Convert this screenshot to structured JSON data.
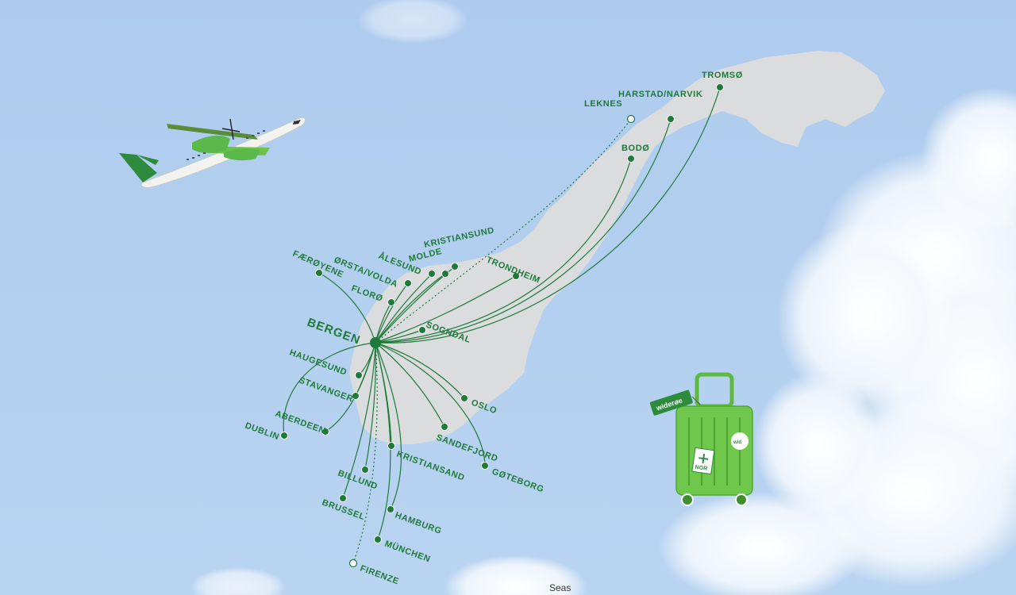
{
  "hub": {
    "name": "BERGEN"
  },
  "airline": {
    "brand_text": "widerøe",
    "primary_color": "#1f7a3a",
    "accent_color": "#6cc24a",
    "sky_color": "#b5d1f0"
  },
  "luggage": {
    "tag_text": "widerøe",
    "sticker_text": "NOR",
    "sticker2_text": "wid"
  },
  "footer_text": "Seas",
  "destinations": [
    {
      "name": "TROMSØ",
      "type": "solid"
    },
    {
      "name": "HARSTAD/NARVIK",
      "type": "solid"
    },
    {
      "name": "LEKNES",
      "type": "dotted"
    },
    {
      "name": "BODØ",
      "type": "solid"
    },
    {
      "name": "TRONDHEIM",
      "type": "solid"
    },
    {
      "name": "KRISTIANSUND",
      "type": "solid"
    },
    {
      "name": "MOLDE",
      "type": "solid"
    },
    {
      "name": "ÅLESUND",
      "type": "solid"
    },
    {
      "name": "ØRSTA/VOLDA",
      "type": "solid"
    },
    {
      "name": "FÆRØYENE",
      "type": "solid"
    },
    {
      "name": "FLORØ",
      "type": "solid"
    },
    {
      "name": "SOGNDAL",
      "type": "solid"
    },
    {
      "name": "HAUGESUND",
      "type": "solid"
    },
    {
      "name": "STAVANGER",
      "type": "solid"
    },
    {
      "name": "ABERDEEN",
      "type": "solid"
    },
    {
      "name": "DUBLIN",
      "type": "solid"
    },
    {
      "name": "OSLO",
      "type": "solid"
    },
    {
      "name": "SANDEFJORD",
      "type": "solid"
    },
    {
      "name": "GØTEBORG",
      "type": "solid"
    },
    {
      "name": "KRISTIANSAND",
      "type": "solid"
    },
    {
      "name": "BILLUND",
      "type": "solid"
    },
    {
      "name": "BRUSSEL",
      "type": "solid"
    },
    {
      "name": "HAMBURG",
      "type": "solid"
    },
    {
      "name": "MÜNCHEN",
      "type": "solid"
    },
    {
      "name": "FIRENZE",
      "type": "dotted"
    }
  ]
}
